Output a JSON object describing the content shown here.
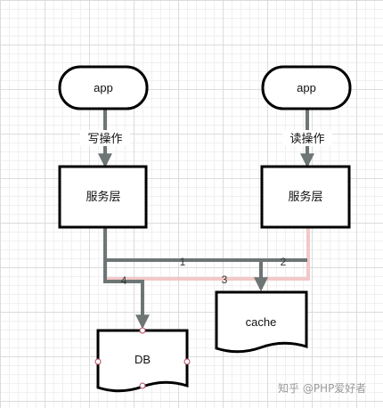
{
  "nodes": {
    "app_left": {
      "label": "app"
    },
    "app_right": {
      "label": "app"
    },
    "service_left": {
      "label": "服务层"
    },
    "service_right": {
      "label": "服务层"
    },
    "cache": {
      "label": "cache"
    },
    "db": {
      "label": "DB"
    }
  },
  "edges": {
    "write_op": {
      "label": "写操作"
    },
    "read_op": {
      "label": "读操作"
    },
    "step1": {
      "label": "1"
    },
    "step2": {
      "label": "2"
    },
    "step3": {
      "label": "3"
    },
    "step4": {
      "label": "4"
    }
  },
  "colors": {
    "write_path": "#6e7575",
    "read_path": "#f2c8c8",
    "stroke": "#000000"
  },
  "watermark": {
    "text": "知乎 @PHP爱好者"
  }
}
